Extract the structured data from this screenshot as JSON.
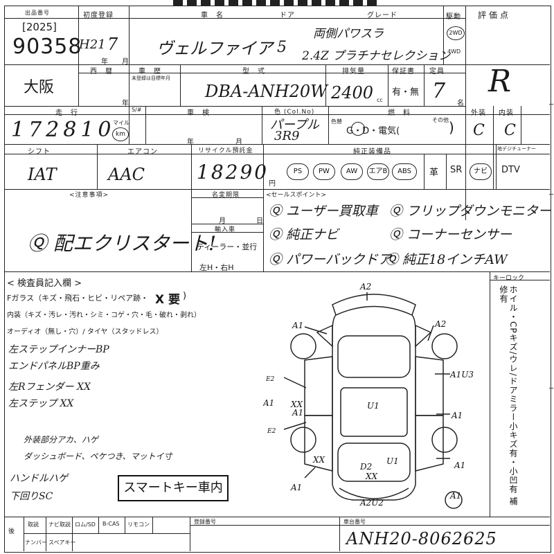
{
  "header_row": {
    "year_code": "[2025]",
    "lot_number": "90358",
    "first_reg_label": "初度登録",
    "first_reg_era": "H21",
    "first_reg_month": "7",
    "year_suffix": "年",
    "month_suffix": "月",
    "car_name_label": "車　名",
    "car_name": "ヴェルファイア",
    "doors_label": "ドア",
    "doors": "5",
    "grade_label": "グレード",
    "grade_line1": "両側パワスラ",
    "grade_line2": "2.4Z プラチナセレクション",
    "drive_label": "駆動",
    "drive_2wd": "2WD",
    "drive_4wd": "4WD",
    "rating_label": "評価点",
    "rating": "R"
  },
  "row2": {
    "region": "大阪",
    "seireki_label": "西　暦",
    "shaken_label": "車　歴",
    "shaken_sub": "未登録は目標年月",
    "type_label": "型　式",
    "type": "DBA-ANH20W",
    "displacement_label": "排気量",
    "displacement": "2400",
    "cc": "cc",
    "warranty_label": "保証書",
    "warranty": "有・無",
    "capacity_label": "定員",
    "capacity": "7",
    "capacity_unit": "名"
  },
  "row3": {
    "mileage_label": "走　行",
    "mileage": "172810",
    "km_unit": "km",
    "mile_unit": "マイル",
    "s_label": "S/#",
    "shaken2_label": "車　検",
    "color_label": "色 (Col.No)",
    "color_name": "パープル",
    "color_code": "3R9",
    "fuel_label": "燃　料",
    "fuel_options": "G・D・電気(",
    "fuel_close": ")",
    "fuel_other": "その他",
    "iro_label": "色替",
    "exterior_label": "外装",
    "exterior": "C",
    "interior_label": "内装",
    "interior": "C"
  },
  "row4": {
    "shift_label": "シフト",
    "shift": "IAT",
    "ac_label": "エアコン",
    "ac": "AAC",
    "recycle_label": "リサイクル預託金",
    "recycle": "18290",
    "yen": "円",
    "equip_label": "純正装備品",
    "equip_items": [
      "PS",
      "PW",
      "AW",
      "エアB",
      "ABS",
      "革",
      "SR",
      "ナビ",
      "DTV"
    ],
    "tv_label": "地デジチューナー"
  },
  "notes": {
    "caution_label": "<注意事項>",
    "caution_text": "Ⓠ 配エクリスタート!",
    "expiry_label": "名変期限",
    "month_label": "月",
    "day_label": "日",
    "import_label": "輸入車",
    "dealer": "ディーラー・並行",
    "handle": "左H・右H",
    "sales_label": "<セールスポイント>",
    "sales_points": [
      "Ⓠ ユーザー買取車",
      "Ⓠ フリップダウンモニター",
      "Ⓠ 純正ナビ",
      "Ⓠ コーナーセンサー",
      "Ⓠ パワーバックドア",
      "Ⓠ 純正18インチAW"
    ]
  },
  "inspector": {
    "title": "< 検査員記入欄 >",
    "glass_line": "Fガラス（キズ・飛石・ヒビ・リペア跡・",
    "glass_x": "X 要",
    "glass_close": ")",
    "interior_line": "内装（キズ・汚レ・汚れ・シミ・コゲ・穴・毛・破れ・剥れ）",
    "audio_line": "オーディオ（無し・穴）/ タイヤ（スタッドレス）",
    "notes": [
      "左ステップインナーBP",
      "エンドパネルBP重み",
      "左Rフェンダー XX",
      "左ステップ XX"
    ],
    "notes2": [
      "外装部分アカ、ハゲ",
      "ダッシュボード、ペケつき、マットイ寸",
      "ハンドルハゲ",
      "下回りSC"
    ],
    "smartkey": "スマートキー車内",
    "keylock_label": "キーロック",
    "side_text": "ホイル・CPキズ/ウレ/ドアミラー小キズ有・小凹有 補修有"
  },
  "diagram": {
    "labels": [
      "A2",
      "A1",
      "A2",
      "E2",
      "A1U3",
      "A1",
      "A1",
      "U1",
      "E2",
      "XX",
      "A1",
      "U1",
      "A1",
      "D2",
      "XX",
      "A1",
      "A2U2",
      "XX",
      "A1"
    ]
  },
  "footer": {
    "note_label": "後",
    "cols": [
      "取説",
      "ナビ取説",
      "ロム/SD",
      "B-CAS",
      "リモコン"
    ],
    "reg_label": "登録番号",
    "number_label": "ナンバー",
    "spare_label": "スペアキー",
    "chassis_label": "車台番号",
    "chassis": "ANH20-8062625"
  }
}
